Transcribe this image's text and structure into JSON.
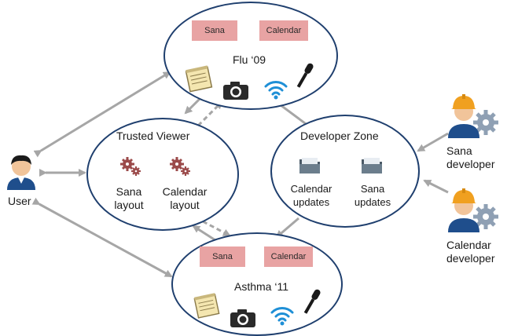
{
  "nodes": {
    "flu": {
      "title": "Flu ‘09",
      "pills": [
        "Sana",
        "Calendar"
      ]
    },
    "asthma": {
      "title": "Asthma ‘11",
      "pills": [
        "Sana",
        "Calendar"
      ]
    },
    "trusted_viewer": {
      "title": "Trusted Viewer",
      "apps": [
        {
          "line1": "Sana",
          "line2": "layout"
        },
        {
          "line1": "Calendar",
          "line2": "layout"
        }
      ]
    },
    "developer_zone": {
      "title": "Developer Zone",
      "items": [
        {
          "line1": "Calendar",
          "line2": "updates"
        },
        {
          "line1": "Sana",
          "line2": "updates"
        }
      ]
    },
    "user": {
      "label": "User"
    },
    "sana_dev": {
      "line1": "Sana",
      "line2": "developer"
    },
    "calendar_dev": {
      "line1": "Calendar",
      "line2": "developer"
    }
  },
  "icons": {
    "study_tools": [
      "notepad-icon",
      "camera-icon",
      "wifi-icon",
      "microphone-icon"
    ],
    "app": "gears-icon",
    "update": "folder-icon",
    "person": "user-avatar-icon",
    "developer": "developer-avatar-icon"
  },
  "colors": {
    "ellipse_border": "#1f3f6e",
    "pill_fill": "#e8a3a3",
    "arrow": "#a6a6a6",
    "gear": "#9b4a4a",
    "wifi": "#1e8fd6"
  }
}
